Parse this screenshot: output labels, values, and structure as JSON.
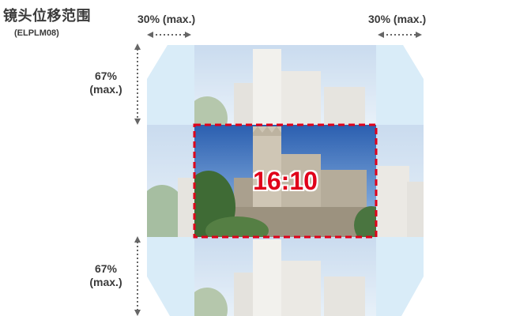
{
  "title": "镜头位移范围",
  "model": "(ELPLM08)",
  "shift": {
    "left_label": "30% (max.)",
    "right_label": "30% (max.)",
    "top_label_line1": "67%",
    "top_label_line2": "(max.)",
    "bottom_label_line1": "67%",
    "bottom_label_line2": "(max.)"
  },
  "aspect_ratio": "16:10",
  "colors": {
    "frame_dash": "#e0001a",
    "shift_area": "#d9ecf8",
    "arrow": "#666666"
  }
}
